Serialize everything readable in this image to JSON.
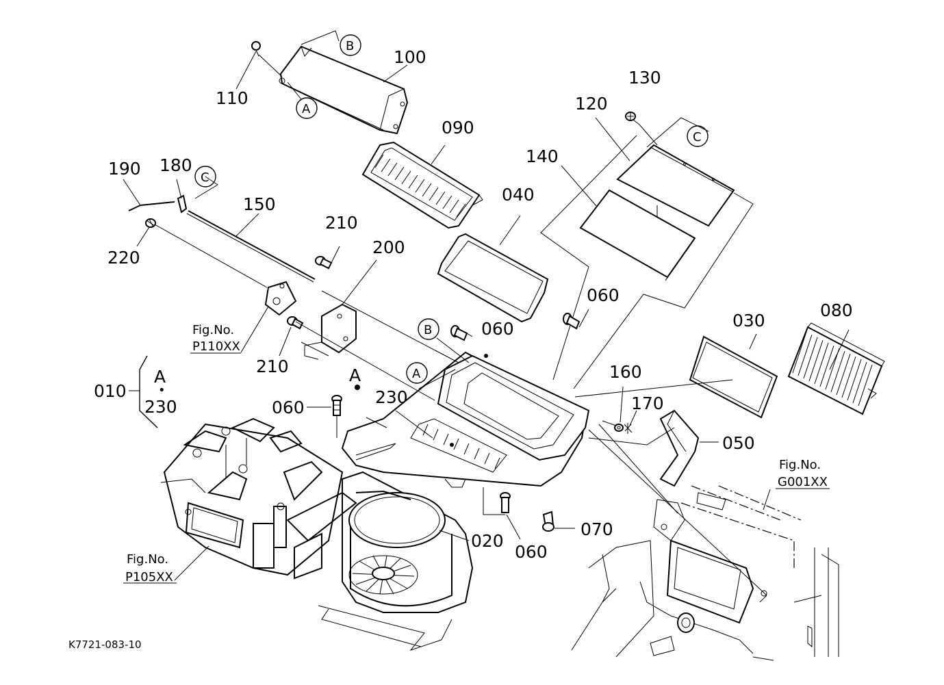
{
  "diagram": {
    "drawing_code": "K7721-083-10",
    "part_labels": {
      "p010": "010",
      "p020": "020",
      "p030": "030",
      "p040": "040",
      "p050": "050",
      "p060a": "060",
      "p060b": "060",
      "p060c": "060",
      "p060d": "060",
      "p070": "070",
      "p080": "080",
      "p090": "090",
      "p100": "100",
      "p110": "110",
      "p120": "120",
      "p130": "130",
      "p140": "140",
      "p150": "150",
      "p160": "160",
      "p170": "170",
      "p180": "180",
      "p190": "190",
      "p200": "200",
      "p210a": "210",
      "p210b": "210",
      "p220": "220",
      "p230a": "230",
      "p230b": "230"
    },
    "callouts": {
      "a_main": "A",
      "a_cover": "A",
      "a_housing": "A",
      "a_group": "A",
      "b_cover": "B",
      "b_housing": "B",
      "c_top": "C",
      "c_cable": "C",
      "dot": "•"
    },
    "figure_refs": {
      "p110_caption": "Fig.No.",
      "p110_code": "P110XX",
      "p105_caption": "Fig.No.",
      "p105_code": "P105XX",
      "g001_caption": "Fig.No.",
      "g001_code": "G001XX"
    }
  }
}
